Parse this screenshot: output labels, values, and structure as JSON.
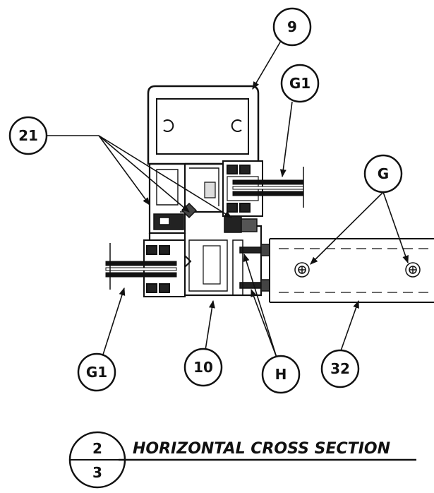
{
  "callouts": {
    "c9": "9",
    "c21": "21",
    "cG1_top": "G1",
    "cG": "G",
    "cG1_bottom": "G1",
    "c10": "10",
    "cH": "H",
    "c32": "32"
  },
  "title_block": {
    "sheet_top": "2",
    "sheet_bottom": "3",
    "title": "HORIZONTAL CROSS SECTION"
  }
}
